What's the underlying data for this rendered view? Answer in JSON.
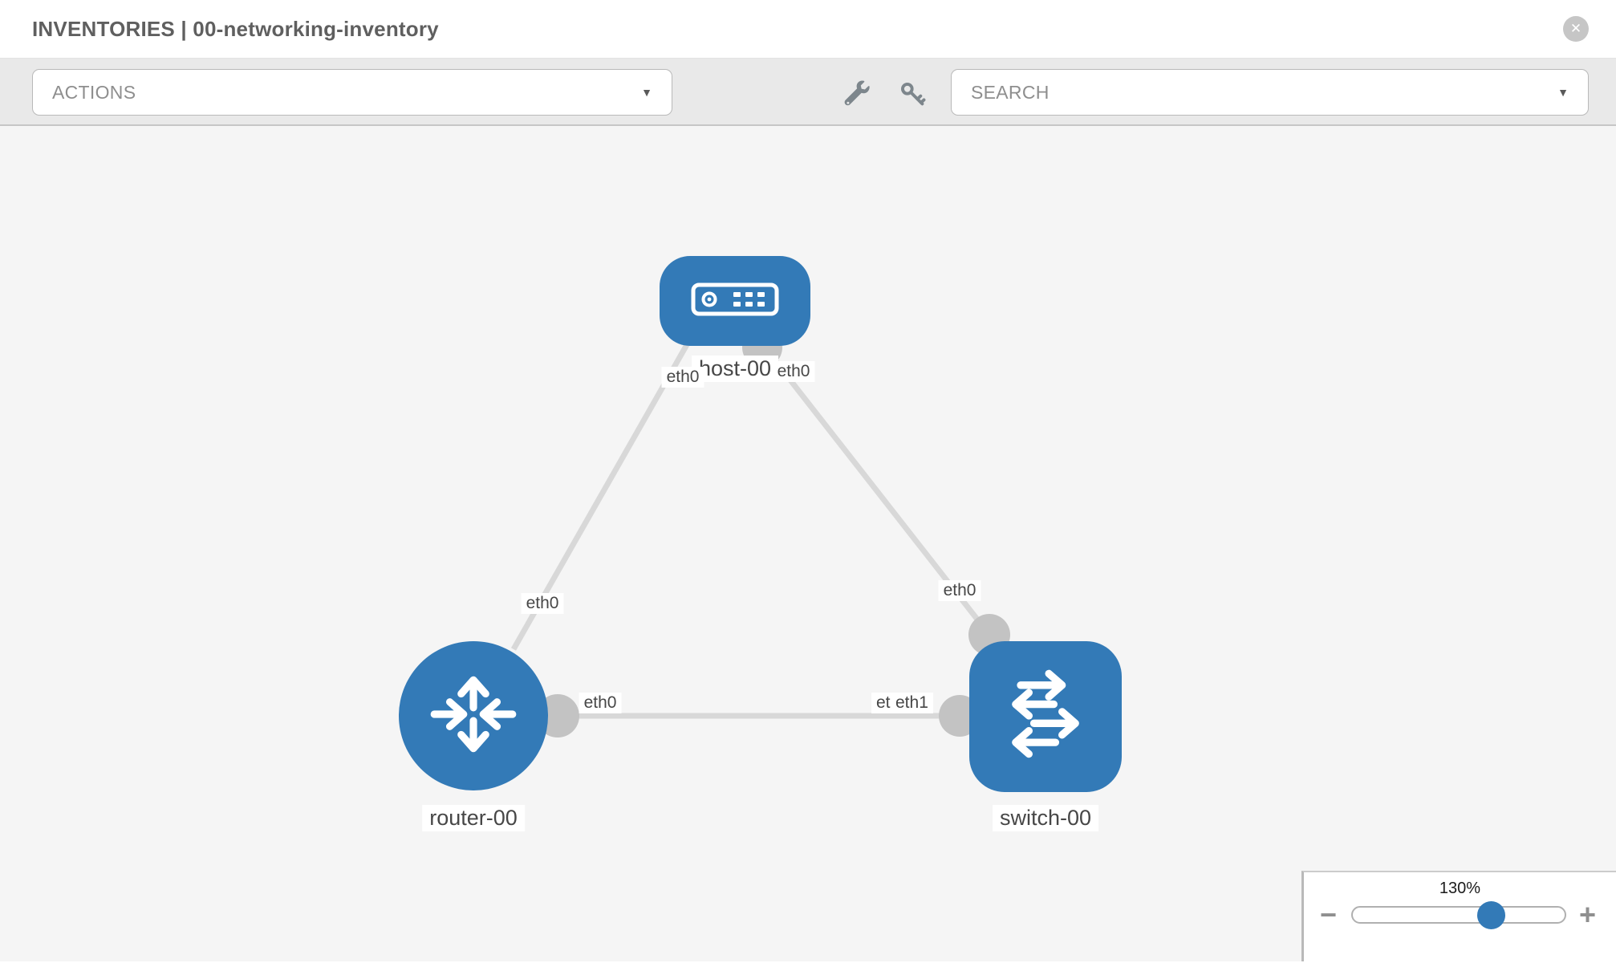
{
  "header": {
    "title": "INVENTORIES | 00-networking-inventory",
    "close_glyph": "✕"
  },
  "toolbar": {
    "actions_label": "ACTIONS",
    "search_label": "SEARCH",
    "caret": "▼"
  },
  "diagram": {
    "nodes": [
      {
        "id": "host-00",
        "type": "host",
        "label": "host-00"
      },
      {
        "id": "router-00",
        "type": "router",
        "label": "router-00"
      },
      {
        "id": "switch-00",
        "type": "switch",
        "label": "switch-00"
      }
    ],
    "links": [
      {
        "from": "host-00",
        "to": "router-00",
        "from_iface": "eth0",
        "to_iface": "eth0"
      },
      {
        "from": "host-00",
        "to": "switch-00",
        "from_iface": "eth0",
        "to_iface": "eth0"
      },
      {
        "from": "router-00",
        "to": "switch-00",
        "from_iface": "eth0",
        "to_iface": "eth1",
        "to_iface_overlap": "eth0"
      }
    ]
  },
  "zoom_control": {
    "level": "130%",
    "minus_glyph": "−",
    "plus_glyph": "+"
  },
  "colors": {
    "node_blue": "#337ab7",
    "link_gray": "#d8d8d8",
    "port_gray": "#c3c3c3",
    "canvas_bg": "#f5f5f5",
    "toolbar_bg": "#e9e9e9"
  }
}
